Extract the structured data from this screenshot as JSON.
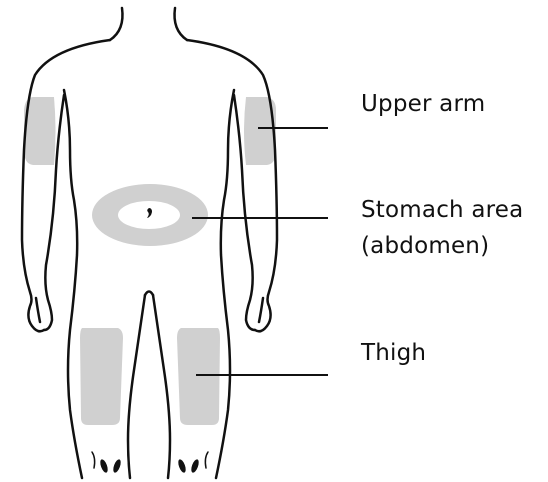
{
  "colors": {
    "outline": "#111111",
    "injection_area": "#d0d0d0",
    "background": "#ffffff"
  },
  "labels": {
    "upper_arm": "Upper arm",
    "stomach_line1": "Stomach area",
    "stomach_line2": "(abdomen)",
    "thigh": "Thigh"
  }
}
